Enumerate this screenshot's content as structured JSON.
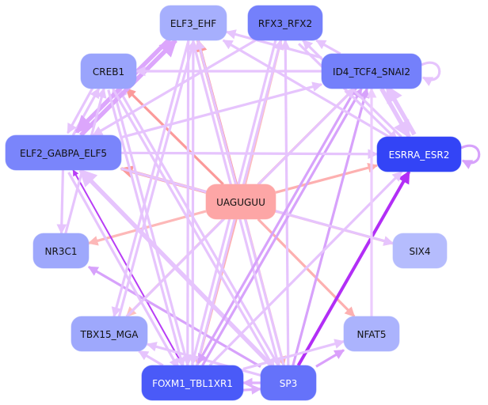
{
  "diagram": {
    "type": "directed-network",
    "center_node": "UAGUGUU",
    "nodes": [
      {
        "id": "UAGUGUU",
        "label": "UAGUGUU",
        "fill": "#fda6a6",
        "text": "#111111",
        "kind": "mirna"
      },
      {
        "id": "ELF3_EHF",
        "label": "ELF3_EHF",
        "fill": "#a6affd",
        "text": "#111111",
        "kind": "tf"
      },
      {
        "id": "RFX3_RFX2",
        "label": "RFX3_RFX2",
        "fill": "#7480fb",
        "text": "#111111",
        "kind": "tf"
      },
      {
        "id": "CREB1",
        "label": "CREB1",
        "fill": "#9aa4fc",
        "text": "#111111",
        "kind": "tf"
      },
      {
        "id": "ID4_TCF4_SNAI2",
        "label": "ID4_TCF4_SNAI2",
        "fill": "#7480fb",
        "text": "#111111",
        "kind": "tf"
      },
      {
        "id": "ELF2_GABPA_ELF5",
        "label": "ELF2_GABPA_ELF5",
        "fill": "#7a85fb",
        "text": "#111111",
        "kind": "tf"
      },
      {
        "id": "ESRRA_ESR2",
        "label": "ESRRA_ESR2",
        "fill": "#3344f6",
        "text": "#ffffff",
        "kind": "tf"
      },
      {
        "id": "NR3C1",
        "label": "NR3C1",
        "fill": "#9ea8fc",
        "text": "#111111",
        "kind": "tf"
      },
      {
        "id": "SIX4",
        "label": "SIX4",
        "fill": "#b5bcfd",
        "text": "#111111",
        "kind": "tf"
      },
      {
        "id": "TBX15_MGA",
        "label": "TBX15_MGA",
        "fill": "#9ea8fc",
        "text": "#111111",
        "kind": "tf"
      },
      {
        "id": "NFAT5",
        "label": "NFAT5",
        "fill": "#abb3fd",
        "text": "#111111",
        "kind": "tf"
      },
      {
        "id": "FOXM1_TBL1XR1",
        "label": "FOXM1_TBL1XR1",
        "fill": "#4a5af8",
        "text": "#ffffff",
        "kind": "tf"
      },
      {
        "id": "SP3",
        "label": "SP3",
        "fill": "#6572fa",
        "text": "#ffffff",
        "kind": "tf"
      }
    ],
    "edges": [
      {
        "from": "UAGUGUU",
        "to": "ELF3_EHF",
        "color": "#fb9a9a",
        "weight": "strong"
      },
      {
        "from": "UAGUGUU",
        "to": "RFX3_RFX2",
        "color": "#fdbcbc",
        "weight": "normal"
      },
      {
        "from": "UAGUGUU",
        "to": "CREB1",
        "color": "#fb9a9a",
        "weight": "normal"
      },
      {
        "from": "UAGUGUU",
        "to": "ID4_TCF4_SNAI2",
        "color": "#fdb0b0",
        "weight": "normal"
      },
      {
        "from": "UAGUGUU",
        "to": "ELF2_GABPA_ELF5",
        "color": "#fb9a9a",
        "weight": "strong"
      },
      {
        "from": "UAGUGUU",
        "to": "ESRRA_ESR2",
        "color": "#fdb0b0",
        "weight": "normal"
      },
      {
        "from": "UAGUGUU",
        "to": "NR3C1",
        "color": "#fdb8b8",
        "weight": "normal"
      },
      {
        "from": "UAGUGUU",
        "to": "SIX4",
        "color": "#fdb0b0",
        "weight": "normal"
      },
      {
        "from": "UAGUGUU",
        "to": "TBX15_MGA",
        "color": "#fdc0c0",
        "weight": "normal"
      },
      {
        "from": "UAGUGUU",
        "to": "NFAT5",
        "color": "#fdb0b0",
        "weight": "normal"
      },
      {
        "from": "UAGUGUU",
        "to": "FOXM1_TBL1XR1",
        "color": "#fdb0b0",
        "weight": "normal"
      },
      {
        "from": "UAGUGUU",
        "to": "SP3",
        "color": "#fdb0b0",
        "weight": "normal"
      },
      {
        "from": "SP3",
        "to": "ESRRA_ESR2",
        "color": "#b22ef6",
        "weight": "strong"
      },
      {
        "from": "FOXM1_TBL1XR1",
        "to": "ELF2_GABPA_ELF5",
        "color": "#b83ef6",
        "weight": "thin"
      },
      {
        "from": "SP3",
        "to": "NFAT5",
        "color": "#daa0fb",
        "weight": "normal"
      },
      {
        "from": "SP3",
        "to": "NR3C1",
        "color": "#d7a2fb",
        "weight": "normal"
      },
      {
        "from": "SP3",
        "to": "FOXM1_TBL1XR1",
        "color": "#dfb0fc",
        "weight": "normal"
      },
      {
        "from": "FOXM1_TBL1XR1",
        "to": "SP3",
        "color": "#dfb0fc",
        "weight": "normal"
      },
      {
        "from": "SP3",
        "to": "TBX15_MGA",
        "color": "#e6c4fd",
        "weight": "normal"
      },
      {
        "from": "SP3",
        "to": "ID4_TCF4_SNAI2",
        "color": "#d7a2fb",
        "weight": "normal"
      },
      {
        "from": "SP3",
        "to": "ELF3_EHF",
        "color": "#e6c4fd",
        "weight": "normal"
      },
      {
        "from": "SP3",
        "to": "CREB1",
        "color": "#e6c4fd",
        "weight": "normal"
      },
      {
        "from": "SP3",
        "to": "ELF2_GABPA_ELF5",
        "color": "#e6c4fd",
        "weight": "thick"
      },
      {
        "from": "SP3",
        "to": "RFX3_RFX2",
        "color": "#e6c4fd",
        "weight": "normal"
      },
      {
        "from": "FOXM1_TBL1XR1",
        "to": "ELF3_EHF",
        "color": "#e6c4fd",
        "weight": "normal"
      },
      {
        "from": "FOXM1_TBL1XR1",
        "to": "CREB1",
        "color": "#e6c4fd",
        "weight": "normal"
      },
      {
        "from": "FOXM1_TBL1XR1",
        "to": "ID4_TCF4_SNAI2",
        "color": "#d7a2fb",
        "weight": "normal"
      },
      {
        "from": "FOXM1_TBL1XR1",
        "to": "ESRRA_ESR2",
        "color": "#e6c4fd",
        "weight": "normal"
      },
      {
        "from": "FOXM1_TBL1XR1",
        "to": "RFX3_RFX2",
        "color": "#e6c4fd",
        "weight": "normal"
      },
      {
        "from": "FOXM1_TBL1XR1",
        "to": "NFAT5",
        "color": "#e6c4fd",
        "weight": "normal"
      },
      {
        "from": "FOXM1_TBL1XR1",
        "to": "TBX15_MGA",
        "color": "#e6c4fd",
        "weight": "normal"
      },
      {
        "from": "ELF2_GABPA_ELF5",
        "to": "ELF3_EHF",
        "color": "#dca6fc",
        "weight": "thick"
      },
      {
        "from": "ELF2_GABPA_ELF5",
        "to": "CREB1",
        "color": "#e6c4fd",
        "weight": "normal"
      },
      {
        "from": "ELF2_GABPA_ELF5",
        "to": "ID4_TCF4_SNAI2",
        "color": "#e6c4fd",
        "weight": "normal"
      },
      {
        "from": "ELF2_GABPA_ELF5",
        "to": "ESRRA_ESR2",
        "color": "#e6c4fd",
        "weight": "normal"
      },
      {
        "from": "ELF2_GABPA_ELF5",
        "to": "NR3C1",
        "color": "#e6c4fd",
        "weight": "normal"
      },
      {
        "from": "ELF2_GABPA_ELF5",
        "to": "SIX4",
        "color": "#e6c4fd",
        "weight": "normal"
      },
      {
        "from": "ELF2_GABPA_ELF5",
        "to": "FOXM1_TBL1XR1",
        "color": "#e6c4fd",
        "weight": "normal"
      },
      {
        "from": "ELF3_EHF",
        "to": "ELF2_GABPA_ELF5",
        "color": "#dca6fc",
        "weight": "thick"
      },
      {
        "from": "ELF3_EHF",
        "to": "FOXM1_TBL1XR1",
        "color": "#e6c4fd",
        "weight": "normal"
      },
      {
        "from": "ELF3_EHF",
        "to": "TBX15_MGA",
        "color": "#e6c4fd",
        "weight": "normal"
      },
      {
        "from": "ELF3_EHF",
        "to": "SP3",
        "color": "#e6c4fd",
        "weight": "normal"
      },
      {
        "from": "ID4_TCF4_SNAI2",
        "to": "RFX3_RFX2",
        "color": "#e6c4fd",
        "weight": "normal"
      },
      {
        "from": "ID4_TCF4_SNAI2",
        "to": "ELF3_EHF",
        "color": "#e6c4fd",
        "weight": "normal"
      },
      {
        "from": "ID4_TCF4_SNAI2",
        "to": "CREB1",
        "color": "#e6c4fd",
        "weight": "normal"
      },
      {
        "from": "ID4_TCF4_SNAI2",
        "to": "ESRRA_ESR2",
        "color": "#e6c4fd",
        "weight": "thick"
      },
      {
        "from": "ESRRA_ESR2",
        "to": "ID4_TCF4_SNAI2",
        "color": "#e6c4fd",
        "weight": "thick"
      },
      {
        "from": "ID4_TCF4_SNAI2",
        "to": "FOXM1_TBL1XR1",
        "color": "#d7a2fb",
        "weight": "normal"
      },
      {
        "from": "ID4_TCF4_SNAI2",
        "to": "ID4_TCF4_SNAI2",
        "color": "#e6c4fd",
        "weight": "normal"
      },
      {
        "from": "ESRRA_ESR2",
        "to": "ESRRA_ESR2",
        "color": "#d7a2fb",
        "weight": "normal"
      },
      {
        "from": "ESRRA_ESR2",
        "to": "ELF3_EHF",
        "color": "#e6c4fd",
        "weight": "normal"
      },
      {
        "from": "ESRRA_ESR2",
        "to": "RFX3_RFX2",
        "color": "#e6c4fd",
        "weight": "normal"
      },
      {
        "from": "CREB1",
        "to": "FOXM1_TBL1XR1",
        "color": "#e6c4fd",
        "weight": "normal"
      },
      {
        "from": "CREB1",
        "to": "SP3",
        "color": "#e6c4fd",
        "weight": "normal"
      },
      {
        "from": "CREB1",
        "to": "ELF2_GABPA_ELF5",
        "color": "#e6c4fd",
        "weight": "normal"
      },
      {
        "from": "NR3C1",
        "to": "CREB1",
        "color": "#e6c4fd",
        "weight": "normal"
      },
      {
        "from": "NFAT5",
        "to": "ID4_TCF4_SNAI2",
        "color": "#ecccfd",
        "weight": "normal"
      },
      {
        "from": "TBX15_MGA",
        "to": "ELF3_EHF",
        "color": "#e6c4fd",
        "weight": "normal"
      },
      {
        "from": "TBX15_MGA",
        "to": "ID4_TCF4_SNAI2",
        "color": "#e6c4fd",
        "weight": "normal"
      },
      {
        "from": "RFX3_RFX2",
        "to": "FOXM1_TBL1XR1",
        "color": "#e6c4fd",
        "weight": "normal"
      },
      {
        "from": "RFX3_RFX2",
        "to": "ELF2_GABPA_ELF5",
        "color": "#e6c4fd",
        "weight": "normal"
      },
      {
        "from": "RFX3_RFX2",
        "to": "ESRRA_ESR2",
        "color": "#e6c4fd",
        "weight": "normal"
      }
    ]
  }
}
